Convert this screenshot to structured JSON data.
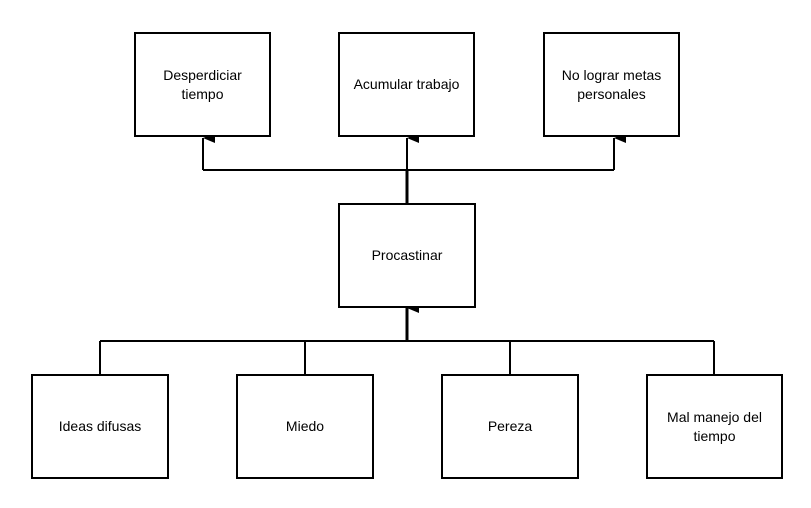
{
  "diagram": {
    "center": {
      "label": "Procastinar"
    },
    "effects": [
      {
        "label": "Desperdiciar\ntiempo"
      },
      {
        "label": "Acumular trabajo"
      },
      {
        "label": "No lograr metas\npersonales"
      }
    ],
    "causes": [
      {
        "label": "Ideas difusas"
      },
      {
        "label": "Miedo"
      },
      {
        "label": "Pereza"
      },
      {
        "label": "Mal manejo del\ntiempo"
      }
    ]
  }
}
